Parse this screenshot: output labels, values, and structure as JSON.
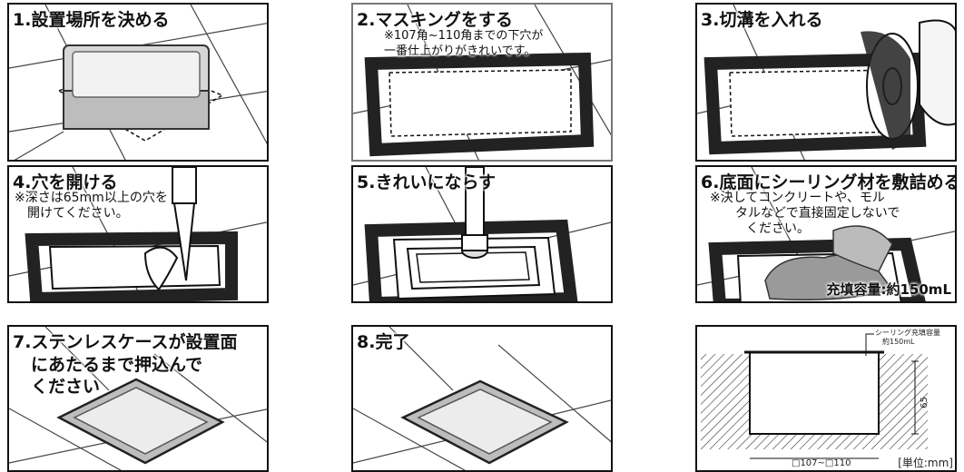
{
  "steps": [
    {
      "title": "1.設置場所を決める"
    },
    {
      "title": "2.マスキングをする",
      "note": [
        "※107角~110角までの下穴が",
        "一番仕上がりがきれいです。"
      ]
    },
    {
      "title": "3.切溝を入れる"
    },
    {
      "title": "4.穴を開ける",
      "note": [
        "※深さは65mm以上の穴を",
        "開けてください。"
      ]
    },
    {
      "title": "5.きれいにならす"
    },
    {
      "title": "6.底面にシーリング材を敷詰める",
      "note": [
        "※決してコンクリートや、モル",
        "タルなどで直接固定しないで",
        "ください。"
      ],
      "volume": "充填容量:約150mL"
    },
    {
      "title": "7.ステンレスケースが設置面",
      "note": [
        "にあたるまで押込んで",
        "ください"
      ]
    },
    {
      "title": "8.完了"
    }
  ],
  "dimension_diagram": {
    "callout": [
      "シーリング充填容量",
      "約150mL"
    ],
    "depth": "65",
    "width": "□107~□110",
    "unit": "[単位:mm]"
  }
}
